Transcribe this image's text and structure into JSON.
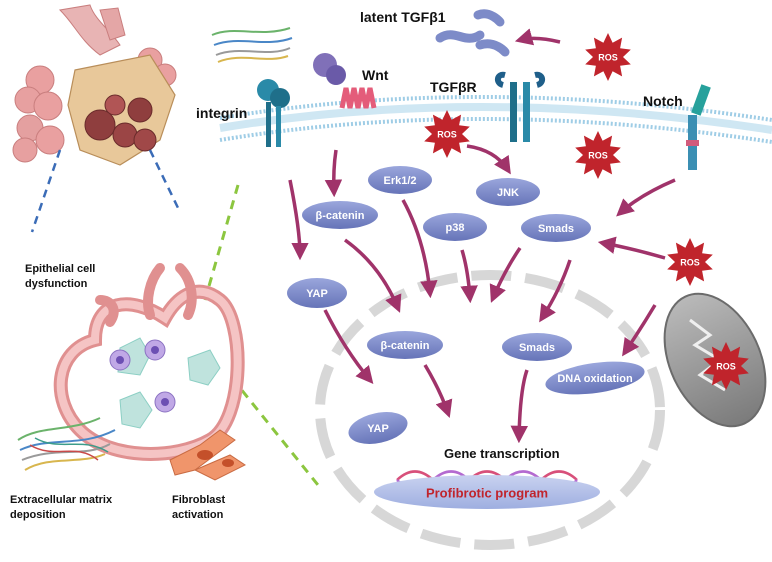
{
  "labels": {
    "latent_tgfb1": "latent TGFβ1",
    "wnt": "Wnt",
    "tgfbr": "TGFβR",
    "integrin": "integrin",
    "notch": "Notch",
    "gene_transcription": "Gene transcription",
    "profibrotic_program": "Profibrotic program",
    "epithelial_line1": "Epithelial cell",
    "epithelial_line2": "dysfunction",
    "ecm_line1": "Extracellular matrix",
    "ecm_line2": "deposition",
    "fibroblast_line1": "Fibroblast",
    "fibroblast_line2": "activation"
  },
  "ros": "ROS",
  "cytoplasm_nodes": {
    "erk": "Erk1/2",
    "jnk": "JNK",
    "beta_catenin": "β-catenin",
    "p38": "p38",
    "smads": "Smads",
    "yap": "YAP"
  },
  "nuclear_nodes": {
    "beta_catenin": "β-catenin",
    "smads": "Smads",
    "yap": "YAP",
    "dna_oxidation": "DNA oxidation"
  },
  "colors": {
    "node_fill": "#7d8bc8",
    "arrow": "#a0336a",
    "ros": "#c0242c",
    "membrane": "#9fcde6",
    "lung": "#e9a0a0",
    "dashed_blue": "#3b6cb7",
    "dashed_green": "#8cc63f",
    "profibrotic": "#c0242c"
  }
}
